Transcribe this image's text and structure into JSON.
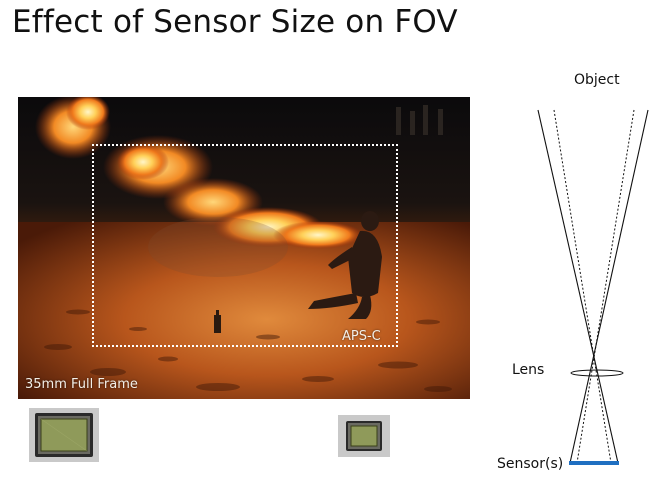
{
  "title": "Effect of Sensor Size on FOV",
  "photo": {
    "full_frame_label": "35mm Full Frame",
    "apsc_label": "APS-C"
  },
  "diagram": {
    "object_label": "Object",
    "lens_label": "Lens",
    "sensor_label": "Sensor(s)",
    "sensor_color": "#1f6fc1"
  },
  "icons": {
    "full_frame_sensor": "sensor-chip-icon",
    "apsc_sensor": "sensor-chip-icon"
  }
}
